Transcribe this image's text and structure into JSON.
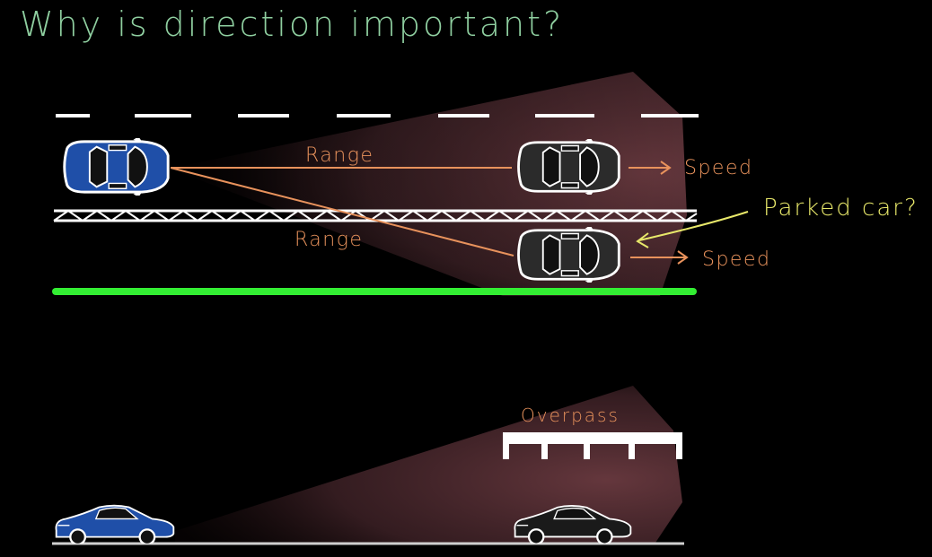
{
  "title": "Why is direction important?",
  "labels": {
    "range_top": "Range",
    "range_bottom": "Range",
    "speed_top": "Speed",
    "speed_bottom": "Speed",
    "parked_car": "Parked car?",
    "overpass": "Overpass"
  },
  "colors": {
    "background": "#000000",
    "title": "#8fcfa0",
    "annotation": "#e8925c",
    "highlight": "#e8e86a",
    "ego_car": "#1f4fa8",
    "target_car": "#2b2b2b",
    "radar_beam": "#6a3a40",
    "guardrail": "#ffffff",
    "road_edge": "#33ee33",
    "road": "#ffffff"
  },
  "icons": {
    "ego_car_top": "car-top-view-icon",
    "target_car_top": "car-top-view-icon",
    "ego_car_side": "car-side-view-icon",
    "target_car_side": "car-side-view-icon",
    "overpass": "overpass-bridge-icon"
  }
}
